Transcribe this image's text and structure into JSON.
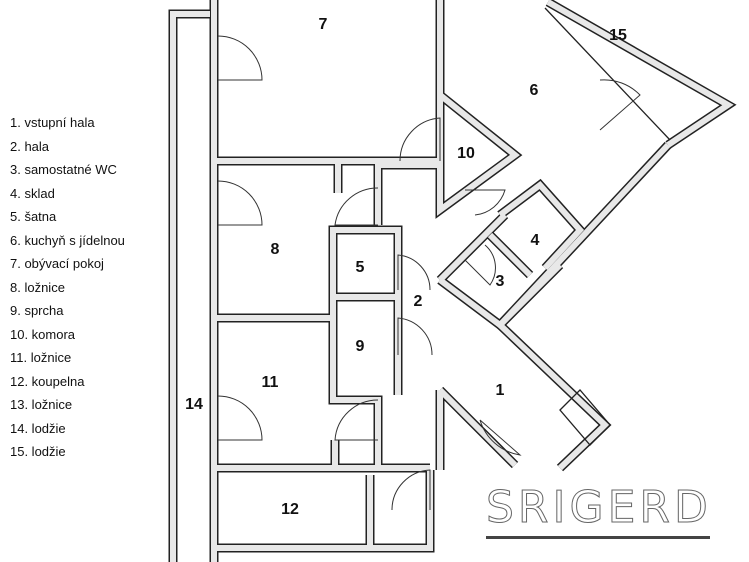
{
  "legend": [
    "1. vstupní hala",
    "2. hala",
    "3. samostatné WC",
    "4. sklad",
    "5. šatna",
    "6. kuchyň s jídelnou",
    "7. obývací pokoj",
    "8. ložnice",
    "9. sprcha",
    "10. komora",
    "11. ložnice",
    "12. koupelna",
    "13. ložnice",
    "14. lodžie",
    "15. lodžie"
  ],
  "rooms": [
    "1",
    "2",
    "3",
    "4",
    "5",
    "6",
    "7",
    "8",
    "9",
    "10",
    "11",
    "12",
    "14",
    "15"
  ],
  "logo": "SRIGERD"
}
